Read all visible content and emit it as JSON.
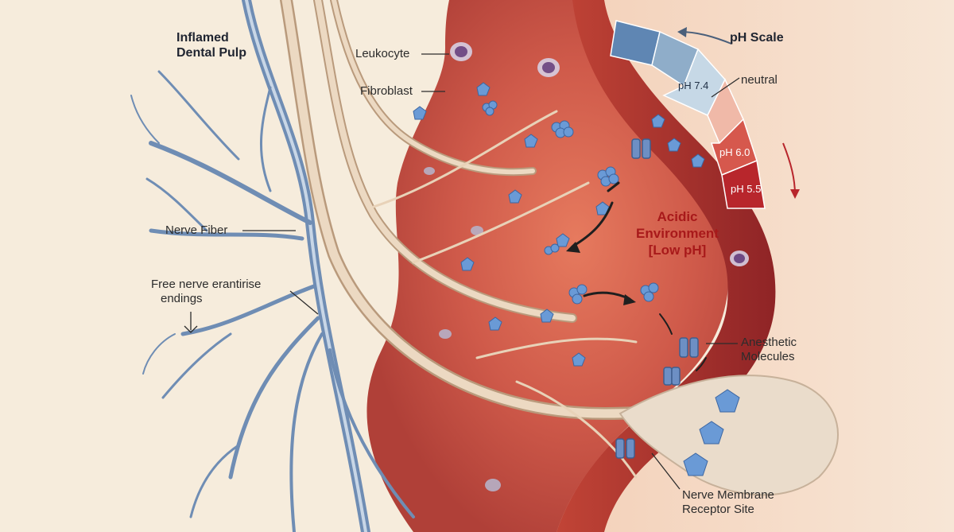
{
  "title_lines": [
    "Inflamed",
    "Dental Pulp"
  ],
  "labels": {
    "leukocyte": "Leukocyte",
    "fibroblast": "Fibroblast",
    "nerve_fiber": "Nerve Fiber",
    "free_endings": [
      "Free nerve erantirise",
      "endings"
    ],
    "acidic": [
      "Acidic",
      "Environment",
      "[Low pH]"
    ],
    "anesthetic": [
      "Anesthetic",
      "Molecules"
    ],
    "receptor": [
      "Nerve Membrane",
      "Receptor Site"
    ]
  },
  "ph_scale": {
    "title": "pH Scale",
    "neutral_label": "neutral",
    "segments": [
      {
        "text": "",
        "color": "#5f86b3"
      },
      {
        "text": "",
        "color": "#8fadc9"
      },
      {
        "text": "pH 7.4",
        "color": "#c6d8e6",
        "text_color": "#1f2f45"
      },
      {
        "text": "",
        "color": "#f0b9a8"
      },
      {
        "text": "pH 6.0",
        "color": "#d6584d",
        "text_color": "#ffffff"
      },
      {
        "text": "pH 5.5",
        "color": "#b8262c",
        "text_color": "#ffffff"
      }
    ]
  },
  "colors": {
    "background": "#f6ecdc",
    "tissue": "#cf5a4a",
    "nerve_blue": "#6f8db4",
    "nerve_tan": "#e4cdb2",
    "molecule": "#5e8fd0",
    "acid_text": "#a8191a"
  }
}
